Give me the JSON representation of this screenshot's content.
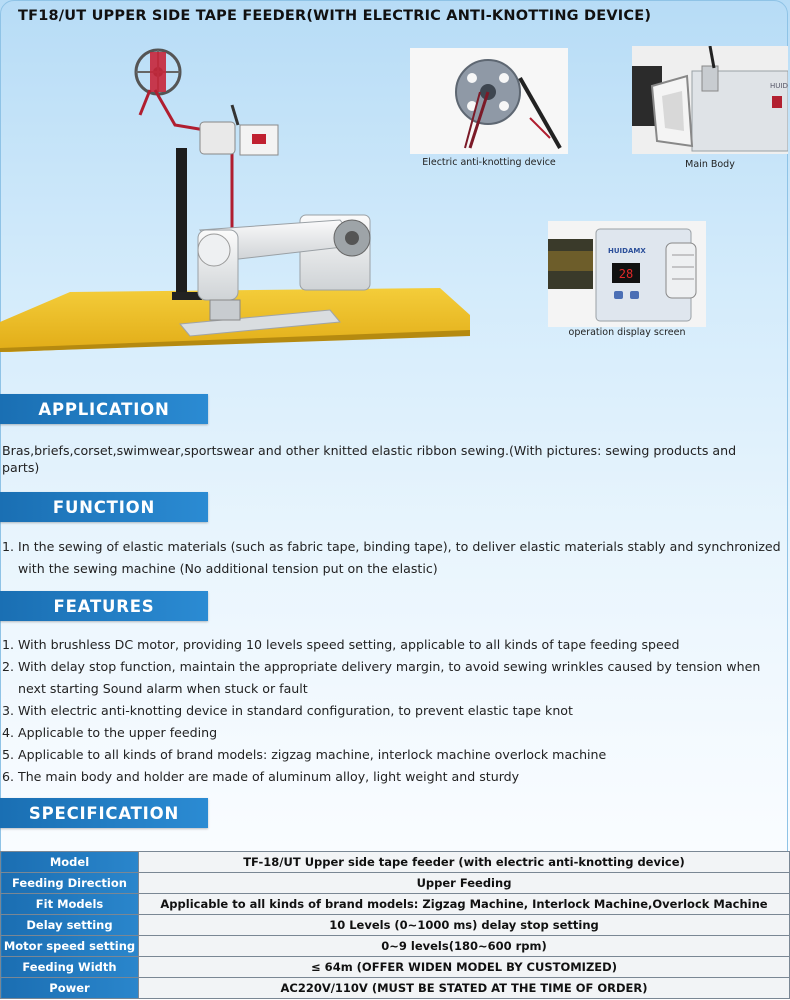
{
  "title": "TF18/UT UPPER SIDE TAPE FEEDER(WITH ELECTRIC ANTI-KNOTTING DEVICE)",
  "images": {
    "anti_knot_caption": "Electric anti-knotting device",
    "main_body_caption": "Main Body",
    "display_caption": "operation display screen",
    "brand_text": "HUIDAMX",
    "display_digits": "28"
  },
  "sections": {
    "application": {
      "heading": "APPLICATION",
      "text": "Bras,briefs,corset,swimwear,sportswear and other knitted elastic ribbon sewing.(With pictures: sewing products and parts)"
    },
    "function": {
      "heading": "FUNCTION",
      "items": [
        {
          "num": "1.",
          "text": "In the sewing of elastic materials (such as fabric tape, binding tape), to deliver elastic materials stably and synchronized with the sewing machine (No additional tension put on the elastic)"
        }
      ]
    },
    "features": {
      "heading": "FEATURES",
      "items": [
        {
          "num": "1.",
          "text": "With brushless DC motor, providing 10 levels speed setting, applicable to all kinds of tape feeding speed"
        },
        {
          "num": "2.",
          "text": "With delay stop function, maintain the appropriate delivery margin, to avoid sewing wrinkles caused by tension when next starting Sound alarm when stuck or fault"
        },
        {
          "num": "3.",
          "text": "With electric anti-knotting device in standard configuration, to prevent elastic tape knot"
        },
        {
          "num": "4.",
          "text": "Applicable to the upper feeding"
        },
        {
          "num": "5.",
          "text": "Applicable to all kinds of brand models: zigzag machine, interlock machine overlock machine"
        },
        {
          "num": "6.",
          "text": "The main body and holder are made of aluminum alloy, light weight and sturdy"
        }
      ]
    },
    "specification": {
      "heading": "SPECIFICATION",
      "rows": [
        {
          "key": "Model",
          "value": "TF-18/UT  Upper side tape feeder (with electric anti-knotting device)"
        },
        {
          "key": "Feeding Direction",
          "value": "Upper Feeding"
        },
        {
          "key": "Fit Models",
          "value": "Applicable to all kinds of brand models: Zigzag Machine, Interlock Machine,Overlock Machine"
        },
        {
          "key": "Delay setting",
          "value": "10 Levels (0~1000 ms) delay stop setting"
        },
        {
          "key": "Motor speed setting",
          "value": "0~9 levels(180~600 rpm)"
        },
        {
          "key": "Feeding Width",
          "value": "≤ 64m (OFFER WIDEN MODEL BY CUSTOMIZED)"
        },
        {
          "key": "Power",
          "value": "AC220V/110V (MUST BE STATED AT THE TIME OF ORDER)"
        }
      ]
    }
  }
}
